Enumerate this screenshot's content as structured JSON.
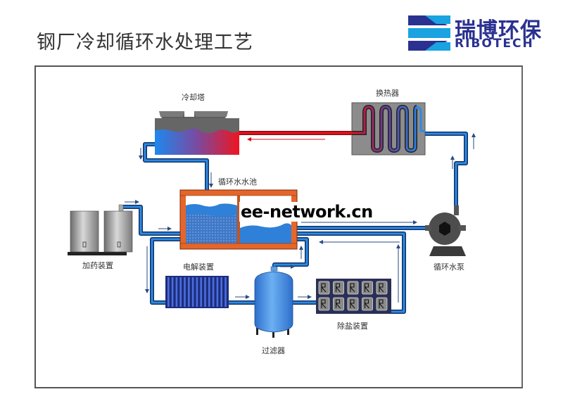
{
  "page": {
    "title": "钢厂冷却循环水处理工艺"
  },
  "logo": {
    "name_cn": "瑞博环保",
    "name_en": "RIBOTECH",
    "colors": {
      "dark": "#2a3190",
      "light": "#1aa3e0"
    }
  },
  "diagram": {
    "labels": {
      "cooling_tower": "冷却塔",
      "heat_exchanger": "换热器",
      "circulating_pool": "循环水水池",
      "dosing_device": "加药装置",
      "circulating_pump": "循环水泵",
      "electrolysis_device": "电解装置",
      "filter": "过滤器",
      "desalination_device": "除盐装置"
    },
    "colors": {
      "pipe_blue": "#1f6fc4",
      "pipe_red": "#e0141b",
      "brick": "#e5662a",
      "water": "#2f80d8"
    }
  },
  "watermark": "ee-network.cn"
}
